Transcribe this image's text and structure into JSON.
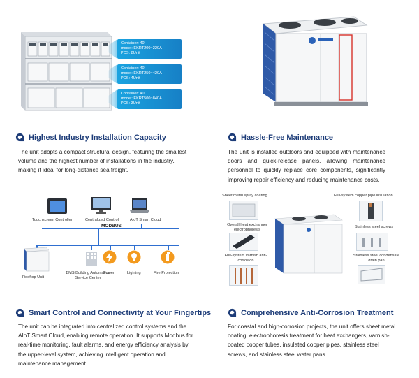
{
  "tags": [
    {
      "container": "Container: 40'",
      "model": "model: EKRT200~220A",
      "pcs": "PCS: 8Unit"
    },
    {
      "container": "Container: 40'",
      "model": "model: EKRT250~420A",
      "pcs": "PCS: 4Unit"
    },
    {
      "container": "Container: 40'",
      "model": "model: EKRT500~840A",
      "pcs": "PCS: 3Unit"
    }
  ],
  "sections": {
    "capacity": {
      "title": "Highest Industry Installation Capacity",
      "body": "The unit adopts a compact structural design, featuring the smallest volume and the highest number of installations in the industry, making it ideal for long-distance sea freight."
    },
    "maintenance": {
      "title": "Hassle-Free Maintenance",
      "body": "The unit is installed outdoors and equipped with maintenance doors and quick-release panels, allowing maintenance personnel to quickly replace core components, significantly improving repair efficiency and reducing maintenance costs."
    },
    "control": {
      "title": "Smart Control and Connectivity at Your Fingertips",
      "body": "The unit can be integrated into centralized control systems and the AIoT Smart Cloud, enabling remote operation. It supports Modbus for real-time monitoring, fault alarms, and energy efficiency analysis by the upper-level system, achieving intelligent operation and maintenance management."
    },
    "corrosion": {
      "title": "Comprehensive Anti-Corrosion Treatment",
      "body": "For coastal and high-corrosion projects, the unit offers sheet metal coating, electrophoresis treatment for heat exchangers, varnish-coated copper tubes, insulated copper pipes, stainless steel screws, and stainless steel water pans"
    }
  },
  "diagram": {
    "devices": [
      "Touchscreen Controller",
      "Centralized Control",
      "AIoT Smart Cloud"
    ],
    "bus": "MODBUS",
    "nodes": [
      "Rooftop Unit",
      "BMS Building Automation Service Center",
      "Power",
      "Lighting",
      "Fire Protection"
    ]
  },
  "parts": {
    "sheet": "Sheet metal spray coating",
    "hx": "Overall heat exchanger electrophoresis",
    "varnish": "Full-system varnish anti-corrosion",
    "copper": "Full-system copper pipe insulation",
    "screws": "Stainless steel screws",
    "pan": "Stainless steel condensate drain pan"
  },
  "colors": {
    "heading": "#1d3c78",
    "accent": "#1780c6",
    "bus": "#2f6fd0",
    "orange": "#f39a1e"
  }
}
